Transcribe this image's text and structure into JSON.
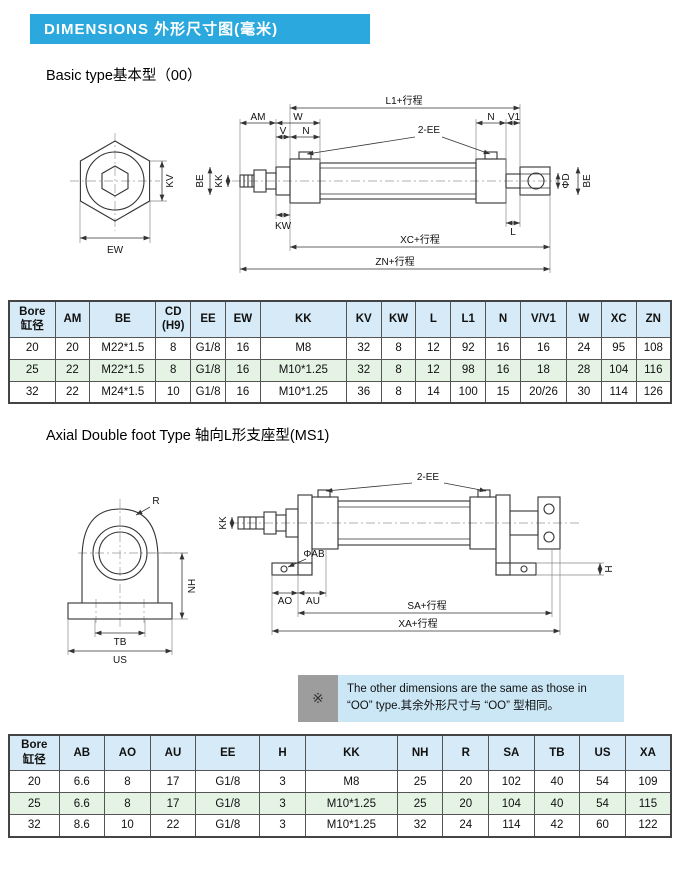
{
  "page": {
    "header": "DIMENSIONS 外形尺寸图(毫米)"
  },
  "sections": {
    "basic_title": "Basic type基本型（00）",
    "axial_title": "Axial Double foot Type 轴向L形支座型(MS1)"
  },
  "drawing1": {
    "labels": {
      "am": "AM",
      "w": "W",
      "v": "V",
      "n_left": "N",
      "l1": "L1+行程",
      "ee": "2-EE",
      "n_right": "N",
      "v1": "V1",
      "kv": "KV",
      "be_left": "BE",
      "kk": "KK",
      "kw": "KW",
      "l": "L",
      "phi_d": "ΦD",
      "be_right": "BE",
      "ew": "EW",
      "xc": "XC+行程",
      "zn": "ZN+行程"
    }
  },
  "drawing2": {
    "labels": {
      "r": "R",
      "kk": "KK",
      "nh": "NH",
      "tb": "TB",
      "us": "US",
      "ee": "2-EE",
      "phi_ab": "ΦAB",
      "ao": "AO",
      "au": "AU",
      "sa": "SA+行程",
      "xa": "XA+行程",
      "h": "H"
    }
  },
  "note": {
    "symbol": "※",
    "line1": "The other dimensions are the same as those in",
    "line2": "“OO” type.其余外形尺寸与 “OO” 型相同。"
  },
  "table1": {
    "headers": [
      "Bore\n缸径",
      "AM",
      "BE",
      "CD\n(H9)",
      "EE",
      "EW",
      "KK",
      "KV",
      "KW",
      "L",
      "L1",
      "N",
      "V/V1",
      "W",
      "XC",
      "ZN"
    ],
    "rows": [
      [
        "20",
        "20",
        "M22*1.5",
        "8",
        "G1/8",
        "16",
        "M8",
        "32",
        "8",
        "12",
        "92",
        "16",
        "16",
        "24",
        "95",
        "108"
      ],
      [
        "25",
        "22",
        "M22*1.5",
        "8",
        "G1/8",
        "16",
        "M10*1.25",
        "32",
        "8",
        "12",
        "98",
        "16",
        "18",
        "28",
        "104",
        "116"
      ],
      [
        "32",
        "22",
        "M24*1.5",
        "10",
        "G1/8",
        "16",
        "M10*1.25",
        "36",
        "8",
        "14",
        "100",
        "15",
        "20/26",
        "30",
        "114",
        "126"
      ]
    ]
  },
  "table2": {
    "headers": [
      "Bore\n缸径",
      "AB",
      "AO",
      "AU",
      "EE",
      "H",
      "KK",
      "NH",
      "R",
      "SA",
      "TB",
      "US",
      "XA"
    ],
    "rows": [
      [
        "20",
        "6.6",
        "8",
        "17",
        "G1/8",
        "3",
        "M8",
        "25",
        "20",
        "102",
        "40",
        "54",
        "109"
      ],
      [
        "25",
        "6.6",
        "8",
        "17",
        "G1/8",
        "3",
        "M10*1.25",
        "25",
        "20",
        "104",
        "40",
        "54",
        "115"
      ],
      [
        "32",
        "8.6",
        "10",
        "22",
        "G1/8",
        "3",
        "M10*1.25",
        "32",
        "24",
        "114",
        "42",
        "60",
        "122"
      ]
    ]
  }
}
